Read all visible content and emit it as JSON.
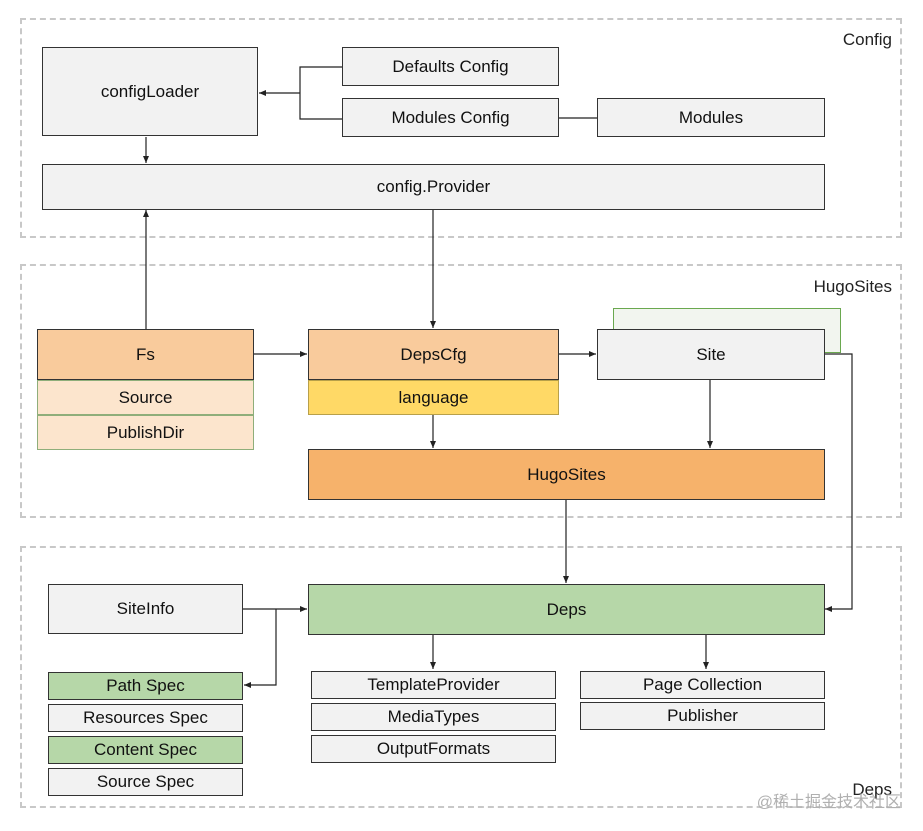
{
  "groups": {
    "config": "Config",
    "hugosites": "HugoSites",
    "deps": "Deps"
  },
  "boxes": {
    "config_loader": "configLoader",
    "defaults_config": "Defaults Config",
    "modules_config": "Modules Config",
    "modules": "Modules",
    "config_provider": "config.Provider",
    "fs": "Fs",
    "source": "Source",
    "publish_dir": "PublishDir",
    "deps_cfg": "DepsCfg",
    "language": "language",
    "site": "Site",
    "hugo_sites": "HugoSites",
    "site_info": "SiteInfo",
    "deps": "Deps",
    "path_spec": "Path Spec",
    "resources_spec": "Resources Spec",
    "content_spec": "Content Spec",
    "source_spec": "Source Spec",
    "template_provider": "TemplateProvider",
    "media_types": "MediaTypes",
    "output_formats": "OutputFormats",
    "page_collection": "Page Collection",
    "publisher": "Publisher"
  },
  "watermark": "@稀土掘金技术社区"
}
